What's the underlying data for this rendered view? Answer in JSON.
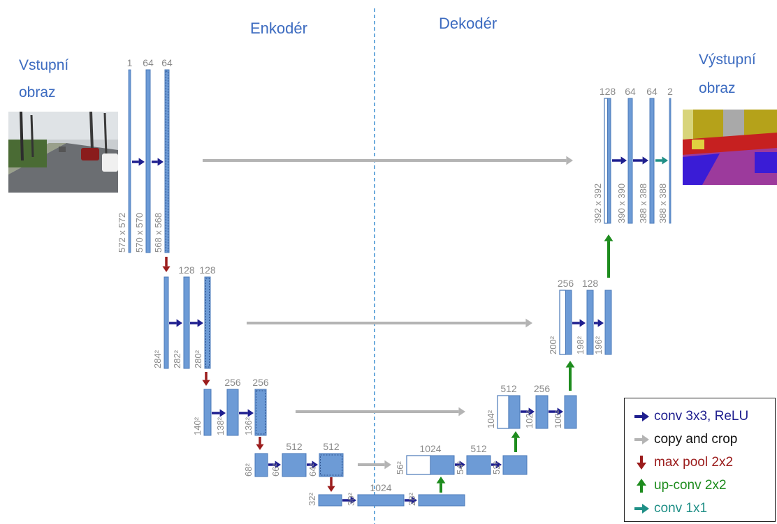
{
  "headers": {
    "encoder": "Enkodér",
    "decoder": "Dekodér",
    "input_line1": "Vstupní",
    "input_line2": "obraz",
    "output_line1": "Výstupní",
    "output_line2": "obraz"
  },
  "colors": {
    "block_fill": "#6d9bd6",
    "block_stroke": "#4a78b8",
    "conv": "#1f1f8f",
    "copy": "#b4b4b4",
    "pool": "#9b1c1c",
    "upconv": "#1e8c1e",
    "conv1x1": "#1f8f86",
    "text_blue": "#3c6bc0",
    "label_gray": "#8a8a8a",
    "divider": "#3d8fd1"
  },
  "blocks": [
    {
      "id": "e1a",
      "channels": "1",
      "size": "572 x 572"
    },
    {
      "id": "e1b",
      "channels": "64",
      "size": "570 x 570"
    },
    {
      "id": "e1c",
      "channels": "64",
      "size": "568 x 568"
    },
    {
      "id": "e2a",
      "channels": "",
      "size": "284²"
    },
    {
      "id": "e2b",
      "channels": "128",
      "size": "282²"
    },
    {
      "id": "e2c",
      "channels": "128",
      "size": "280²"
    },
    {
      "id": "e3a",
      "channels": "",
      "size": "140²"
    },
    {
      "id": "e3b",
      "channels": "256",
      "size": "138²"
    },
    {
      "id": "e3c",
      "channels": "256",
      "size": "136²"
    },
    {
      "id": "e4a",
      "channels": "",
      "size": "68²"
    },
    {
      "id": "e4b",
      "channels": "512",
      "size": "66²"
    },
    {
      "id": "e4c",
      "channels": "512",
      "size": "64²"
    },
    {
      "id": "b1",
      "channels": "",
      "size": "32²"
    },
    {
      "id": "b2",
      "channels": "1024",
      "size": "30²"
    },
    {
      "id": "b3",
      "channels": "",
      "size": "28²"
    },
    {
      "id": "d4a",
      "channels": "1024",
      "size": "56²"
    },
    {
      "id": "d4b",
      "channels": "512",
      "size": "54²"
    },
    {
      "id": "d4c",
      "channels": "",
      "size": "52²"
    },
    {
      "id": "d3a",
      "channels": "512",
      "size": "104²"
    },
    {
      "id": "d3b",
      "channels": "256",
      "size": "102²"
    },
    {
      "id": "d3c",
      "channels": "",
      "size": "100²"
    },
    {
      "id": "d2a",
      "channels": "256",
      "size": "200²"
    },
    {
      "id": "d2b",
      "channels": "128",
      "size": "198²"
    },
    {
      "id": "d2c",
      "channels": "",
      "size": "196²"
    },
    {
      "id": "d1a",
      "channels": "128",
      "size": "392 x 392"
    },
    {
      "id": "d1b",
      "channels": "64",
      "size": "390 x 390"
    },
    {
      "id": "d1c",
      "channels": "64",
      "size": "388 x 388"
    },
    {
      "id": "d1d",
      "channels": "2",
      "size": "388 x 388"
    }
  ],
  "legend": [
    {
      "key": "conv",
      "label": "conv 3x3, ReLU",
      "color": "#1f1f8f",
      "text_color": "#1f1f8f",
      "direction": "right"
    },
    {
      "key": "copy",
      "label": "copy and crop",
      "color": "#b4b4b4",
      "text_color": "#111111",
      "direction": "right"
    },
    {
      "key": "pool",
      "label": "max pool 2x2",
      "color": "#9b1c1c",
      "text_color": "#9b1c1c",
      "direction": "down"
    },
    {
      "key": "upconv",
      "label": "up-conv 2x2",
      "color": "#1e8c1e",
      "text_color": "#1e8c1e",
      "direction": "up"
    },
    {
      "key": "conv1x1",
      "label": "conv 1x1",
      "color": "#1f8f86",
      "text_color": "#1f8f86",
      "direction": "right"
    }
  ],
  "images": {
    "input": "street-photo",
    "output": "segmentation-map"
  }
}
